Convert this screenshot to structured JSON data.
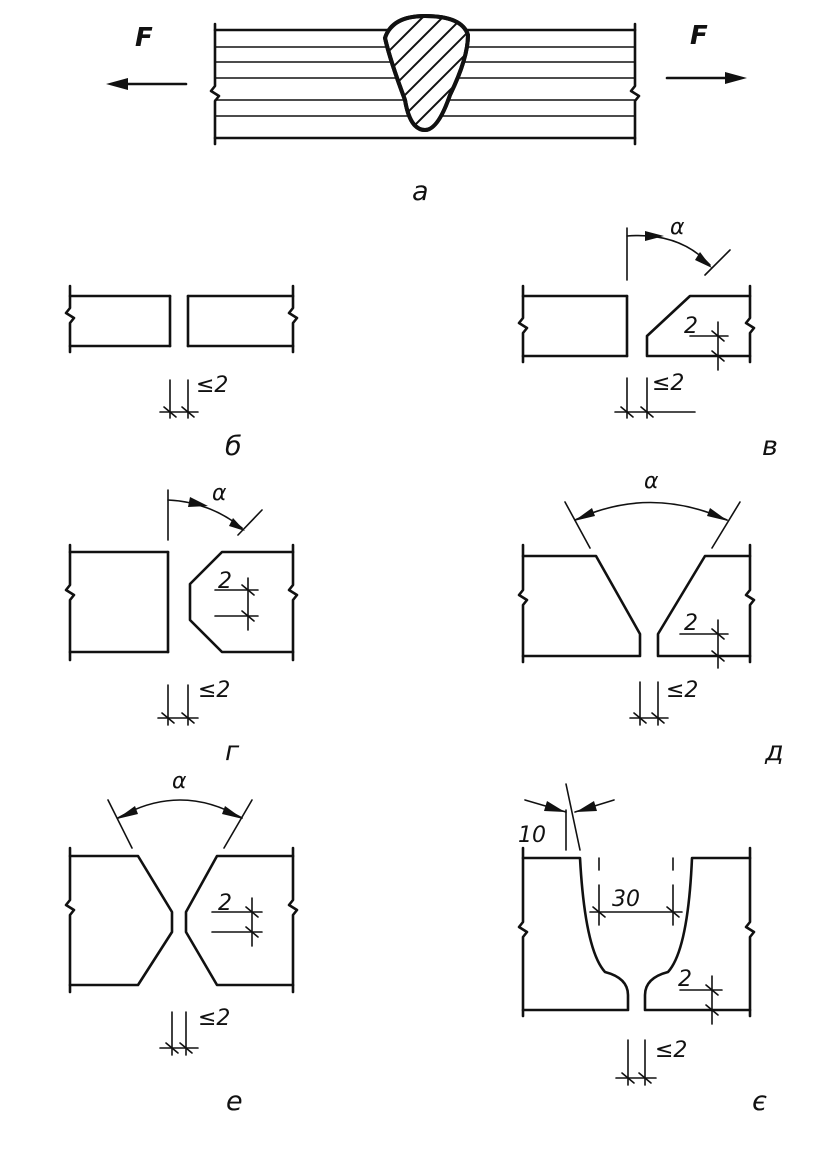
{
  "figure_a": {
    "label": "а",
    "force_left": "F",
    "force_right": "F"
  },
  "figure_b": {
    "label": "б",
    "gap": "≤2"
  },
  "figure_v": {
    "label": "в",
    "gap": "≤2",
    "angle": "α",
    "root_face": "2"
  },
  "figure_g": {
    "label": "г",
    "gap": "≤2",
    "angle": "α",
    "root_face": "2"
  },
  "figure_d": {
    "label": "д",
    "gap": "≤2",
    "angle": "α",
    "root_face": "2"
  },
  "figure_e": {
    "label": "е",
    "gap": "≤2",
    "angle": "α",
    "root_face": "2"
  },
  "figure_ye": {
    "label": "є",
    "gap": "≤2",
    "bevel": "10",
    "width": "30",
    "root_face": "2"
  },
  "colors": {
    "ink": "#111111",
    "background": "#ffffff"
  }
}
